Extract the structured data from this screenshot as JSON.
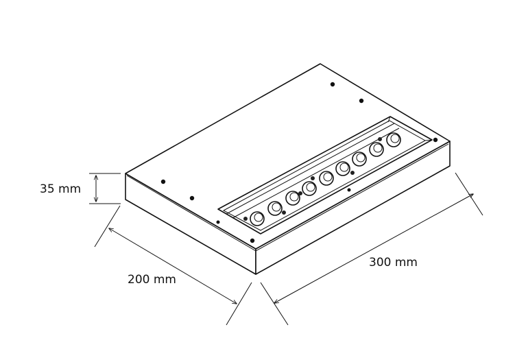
{
  "diagram": {
    "dimensions": {
      "height_label": "35 mm",
      "depth_label": "200 mm",
      "width_label": "300 mm"
    },
    "colors": {
      "line": "#111111",
      "background": "#ffffff"
    },
    "led_count": 9,
    "mounting_holes": 6
  }
}
